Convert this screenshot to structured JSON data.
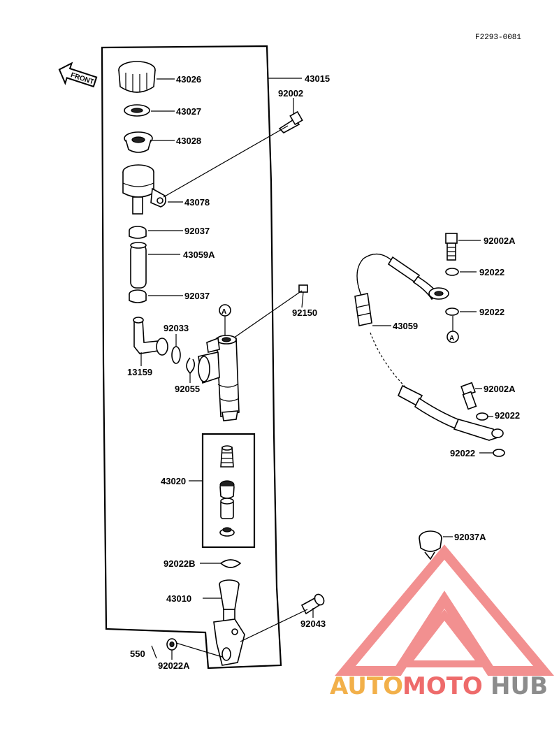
{
  "diagram_code": "F2293-0081",
  "front_arrow": "FRONT",
  "callout_marker": "A",
  "parts": {
    "p43026": "43026",
    "p43015": "43015",
    "p43027": "43027",
    "p92002": "92002",
    "p43028": "43028",
    "p43078": "43078",
    "p92037_top": "92037",
    "p43059A": "43059A",
    "p92037_bot": "92037",
    "p92150": "92150",
    "p92033": "92033",
    "p13159": "13159",
    "p92055": "92055",
    "p43020": "43020",
    "p92022B": "92022B",
    "p43010": "43010",
    "p92043": "92043",
    "p550": "550",
    "p92022A_left": "92022A",
    "p92002A_top": "92002A",
    "p92022_a": "92022",
    "p92022_b": "92022",
    "p43059": "43059",
    "p92002A_mid": "92002A",
    "p92022_c": "92022",
    "p92022_d": "92022",
    "p92037A": "92037A"
  },
  "watermark": {
    "auto": "AUTO",
    "moto": "MOTO",
    "hub": "HUB",
    "colors": {
      "auto": "#f2b04a",
      "moto": "#ee6b6b",
      "hub": "#8c8c8c"
    }
  }
}
